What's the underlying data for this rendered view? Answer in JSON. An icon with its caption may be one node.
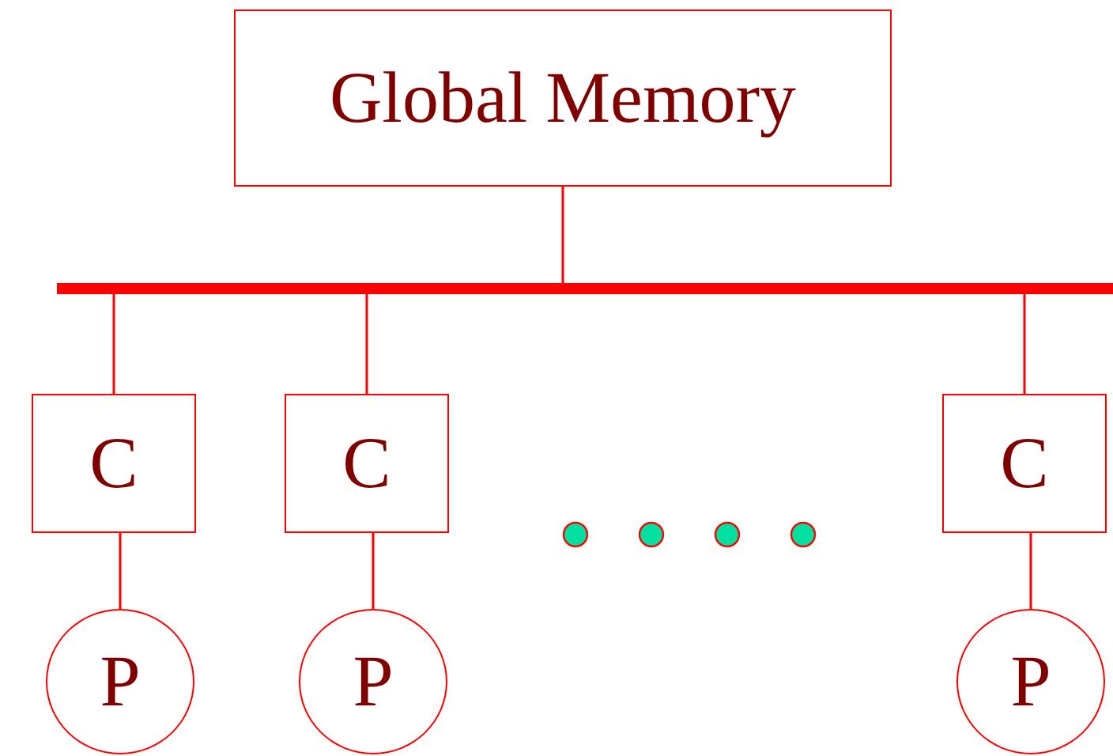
{
  "diagram": {
    "nodes": [
      {
        "text": [
          "Global Memory"
        ]
      },
      {
        "text": [],
        "shape": "bar"
      },
      {
        "text": [
          "C"
        ]
      },
      {
        "text": [
          "C"
        ]
      },
      {
        "text": [
          "C"
        ]
      },
      {
        "text": [
          "P"
        ]
      },
      {
        "text": [
          "P"
        ]
      },
      {
        "text": [
          "P"
        ]
      }
    ],
    "edges": [
      {
        "from": 0,
        "to": 1,
        "arrow": "none"
      },
      {
        "from": 1,
        "to": 2,
        "arrow": "none"
      },
      {
        "from": 1,
        "to": 3,
        "arrow": "none"
      },
      {
        "from": 1,
        "to": 4,
        "arrow": "none"
      },
      {
        "from": 2,
        "to": 5,
        "arrow": "none"
      },
      {
        "from": 3,
        "to": 6,
        "arrow": "none"
      },
      {
        "from": 4,
        "to": 7,
        "arrow": "none"
      }
    ]
  }
}
